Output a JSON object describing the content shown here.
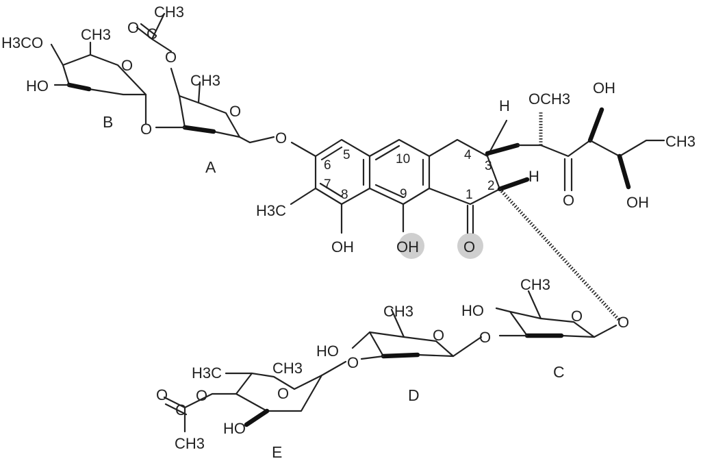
{
  "diagram": {
    "rings": {
      "A": "A",
      "B": "B",
      "C": "C",
      "D": "D",
      "E": "E"
    },
    "positions": {
      "p1": "1",
      "p2": "2",
      "p3": "3",
      "p4": "4",
      "p5": "5",
      "p6": "6",
      "p7": "7",
      "p8": "8",
      "p9": "9",
      "p10": "10"
    },
    "groups": {
      "H3CO": "H3CO",
      "CH3": "CH3",
      "HO": "HO",
      "OH": "OH",
      "O": "O",
      "H": "H",
      "H3C": "H3C",
      "OCH3": "OCH3",
      "C": "C"
    },
    "highlight_color": "#cfcfcf"
  }
}
